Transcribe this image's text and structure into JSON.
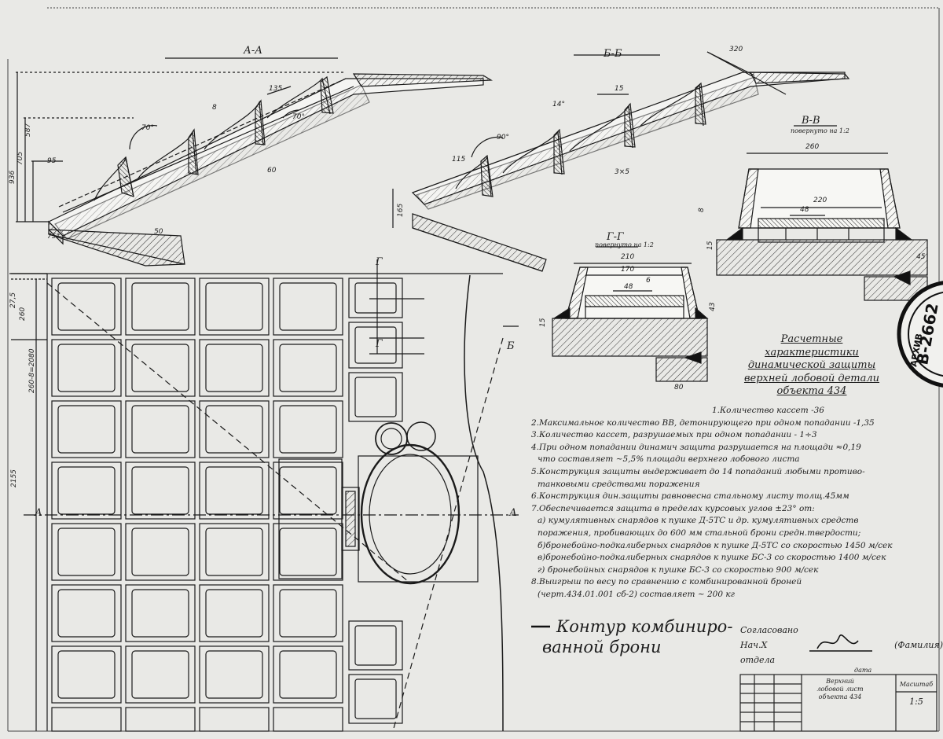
{
  "sections": {
    "aa": "А-А",
    "bb": "Б-Б",
    "bb2": "В-В",
    "bb2_sub": "повернуто на 1:2",
    "gg": "Г-Г",
    "gg_sub": "повернуто на 1:2",
    "g_mark": "Г",
    "a_mark": "А",
    "b_mark": "Б"
  },
  "dimensions": {
    "d_aa_135": "135",
    "d_aa_70a": "70°",
    "d_aa_70b": "70°",
    "d_aa_60": "60",
    "d_aa_8": "8",
    "d_aa_95": "95",
    "d_aa_75": "75°",
    "d_aa_50": "50",
    "d_aa_936": "936",
    "d_aa_705": "705",
    "d_aa_587": "587",
    "d_bb_320": "320",
    "d_bb_15": "15",
    "d_bb_14": "14°",
    "d_bb_90": "90°",
    "d_bb_3x5": "3×5",
    "d_bb_165": "165",
    "d_bb_115": "115",
    "d_v_260": "260",
    "d_v_220": "220",
    "d_v_48": "48",
    "d_v_8": "8",
    "d_v_15": "15",
    "d_v_45": "45",
    "d_g_210": "210",
    "d_g_170": "170",
    "d_g_48": "48",
    "d_g_6": "6",
    "d_g_43": "43",
    "d_g_15": "15",
    "d_g_80": "80",
    "d_plan_275": "27,5",
    "d_plan_260": "260",
    "d_plan_2155": "2155",
    "d_plan_pitch": "260-8=2080"
  },
  "title_block": {
    "l1": "Расчетные",
    "l2": "характеристики",
    "l3": "динамической защиты",
    "l4": "верхней лобовой детали",
    "l5": "объекта 434"
  },
  "notes": [
    "1.Количество кассет -36",
    "2.Максимальное количество ВВ, детонирующего при одном попадании -1,35",
    "3.Количество кассет, разрушаемых при одном попадании - 1÷3",
    "4.При одном попадании динамич защита разрушается на площади  ≈0,19",
    "что составляет ~5,5% площади верхнего лобового листа",
    "5.Конструкция защиты выдерживает до 14 попаданий любыми противо-",
    "танковыми средствами поражения",
    "6.Конструкция дин.защиты равновесна стальному листу толщ.45мм",
    "7.Обеспечивается защита в пределах курсовых углов ±23° от:",
    "а) кумулятивных снарядов к пушке Д-5ТС и др. кумулятивных средств",
    "поражения, пробивающих до 600 мм стальной брони средн.твердости;",
    "б)бронебойно-подкалиберных снарядов к пушке Д-5ТС со скоростью 1450 м/сек",
    "в)бронебойно-подкалиберных снарядов к пушке БС-3 со скоростью 1400 м/сек",
    "г) бронебойных снарядов к пушке БС-3 со скоростью 900 м/сек",
    "8.Выигрыш по весу по сравнению с комбинированной броней",
    "(черт.434.01.001 сб-2) составляет ~ 200 кг"
  ],
  "legend": {
    "l1": "Контур комбиниро-",
    "l2": "ванной брони"
  },
  "approval": {
    "agreed": "Согласовано",
    "dept": "Нач.X отдела",
    "name": "(Фамилия)",
    "date": "дата"
  },
  "stamp": {
    "name1": "Верхний",
    "name2": "лобовой лист",
    "name3": "объекта 434",
    "scale": "1:5",
    "sheet": "Масштаб"
  },
  "archive_stamp": {
    "number": "В-2662",
    "text": "АРХИВ"
  },
  "plan_grid": {
    "cols": 4,
    "rows": 8
  }
}
